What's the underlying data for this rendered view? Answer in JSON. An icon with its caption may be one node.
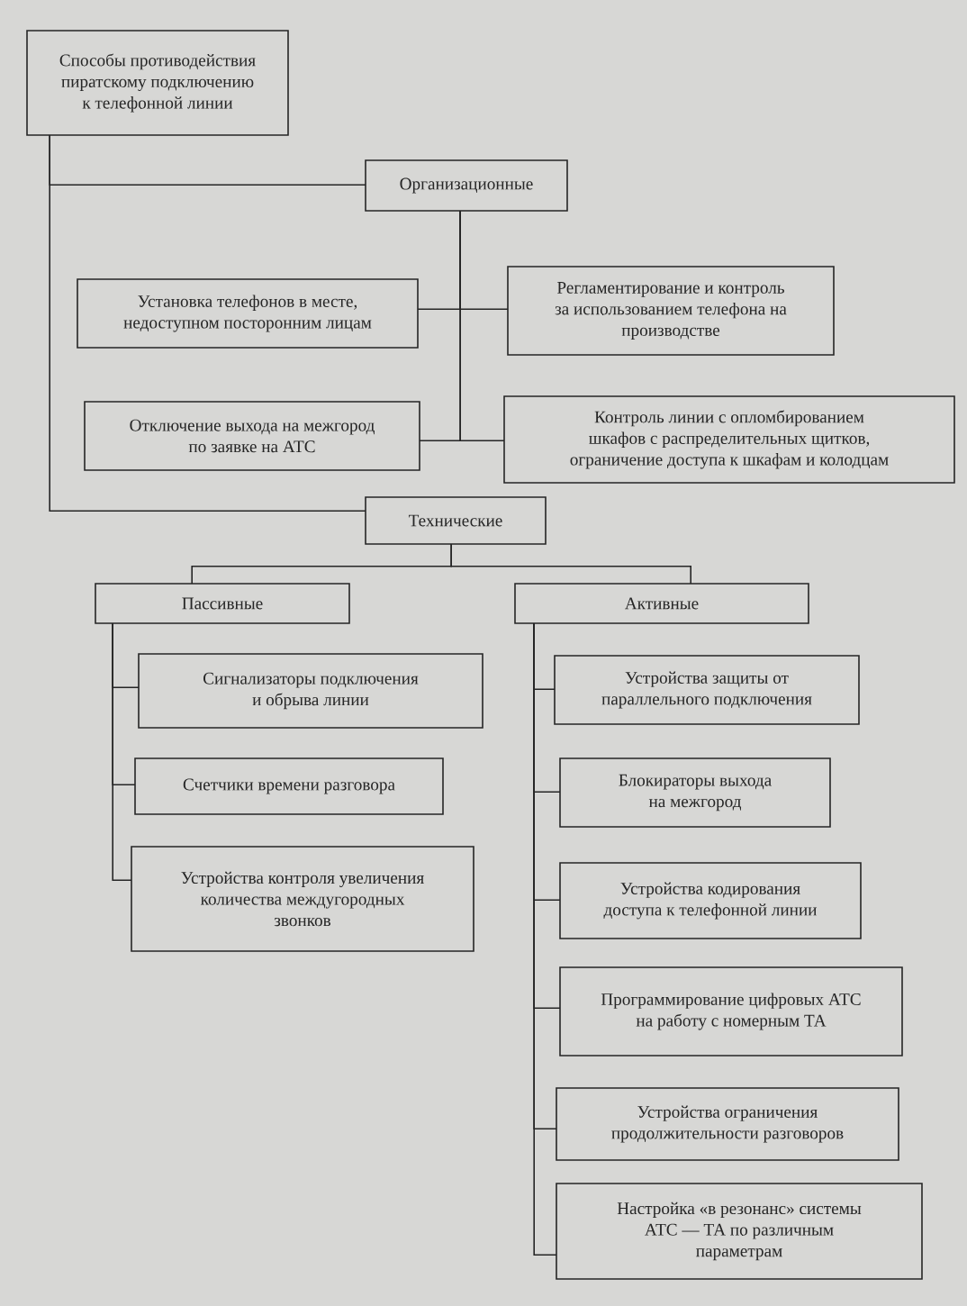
{
  "diagram": {
    "nodes": [
      {
        "text": [
          "Способы противодействия пиратскому подключению к телефонной линии"
        ]
      },
      {
        "text": [
          "Организационные"
        ]
      },
      {
        "text": [
          "Установка телефонов в месте, недоступном посторонним лицам"
        ]
      },
      {
        "text": [
          "Регламентирование и контроль за использованием телефона на производстве"
        ]
      },
      {
        "text": [
          "Отключение выхода на межгород по заявке на АТС"
        ]
      },
      {
        "text": [
          "Контроль линии с опломбированием шкафов с распределительных щитков, ограничение доступа к шкафам и колодцам"
        ]
      },
      {
        "text": [
          "Технические"
        ]
      },
      {
        "text": [
          "Пассивные"
        ]
      },
      {
        "text": [
          "Активные"
        ]
      },
      {
        "text": [
          "Сигнализаторы подключения и обрыва линии"
        ]
      },
      {
        "text": [
          "Счетчики времени разговора"
        ]
      },
      {
        "text": [
          "Устройства контроля увеличения количества междугородных звонков"
        ]
      },
      {
        "text": [
          "Устройства защиты от параллельного подключения"
        ]
      },
      {
        "text": [
          "Блокираторы выхода на межгород"
        ]
      },
      {
        "text": [
          "Устройства кодирования доступа к телефонной линии"
        ]
      },
      {
        "text": [
          "Программирование цифровых АТС на работу с номерным ТА"
        ]
      },
      {
        "text": [
          "Устройства ограничения продолжительности разговоров"
        ]
      },
      {
        "text": [
          "Настройка «в резонанс» системы АТС — ТА по различным параметрам"
        ]
      }
    ],
    "edges": [
      {
        "from": 0,
        "to": 1,
        "arrow": "none"
      },
      {
        "from": 0,
        "to": 6,
        "arrow": "none"
      },
      {
        "from": 1,
        "to": 2,
        "arrow": "none"
      },
      {
        "from": 1,
        "to": 3,
        "arrow": "none"
      },
      {
        "from": 1,
        "to": 4,
        "arrow": "none"
      },
      {
        "from": 1,
        "to": 5,
        "arrow": "none"
      },
      {
        "from": 6,
        "to": 7,
        "arrow": "none"
      },
      {
        "from": 6,
        "to": 8,
        "arrow": "none"
      },
      {
        "from": 7,
        "to": 9,
        "arrow": "none"
      },
      {
        "from": 7,
        "to": 10,
        "arrow": "none"
      },
      {
        "from": 7,
        "to": 11,
        "arrow": "none"
      },
      {
        "from": 8,
        "to": 12,
        "arrow": "none"
      },
      {
        "from": 8,
        "to": 13,
        "arrow": "none"
      },
      {
        "from": 8,
        "to": 14,
        "arrow": "none"
      },
      {
        "from": 8,
        "to": 15,
        "arrow": "none"
      },
      {
        "from": 8,
        "to": 16,
        "arrow": "none"
      },
      {
        "from": 8,
        "to": 17,
        "arrow": "none"
      }
    ]
  }
}
